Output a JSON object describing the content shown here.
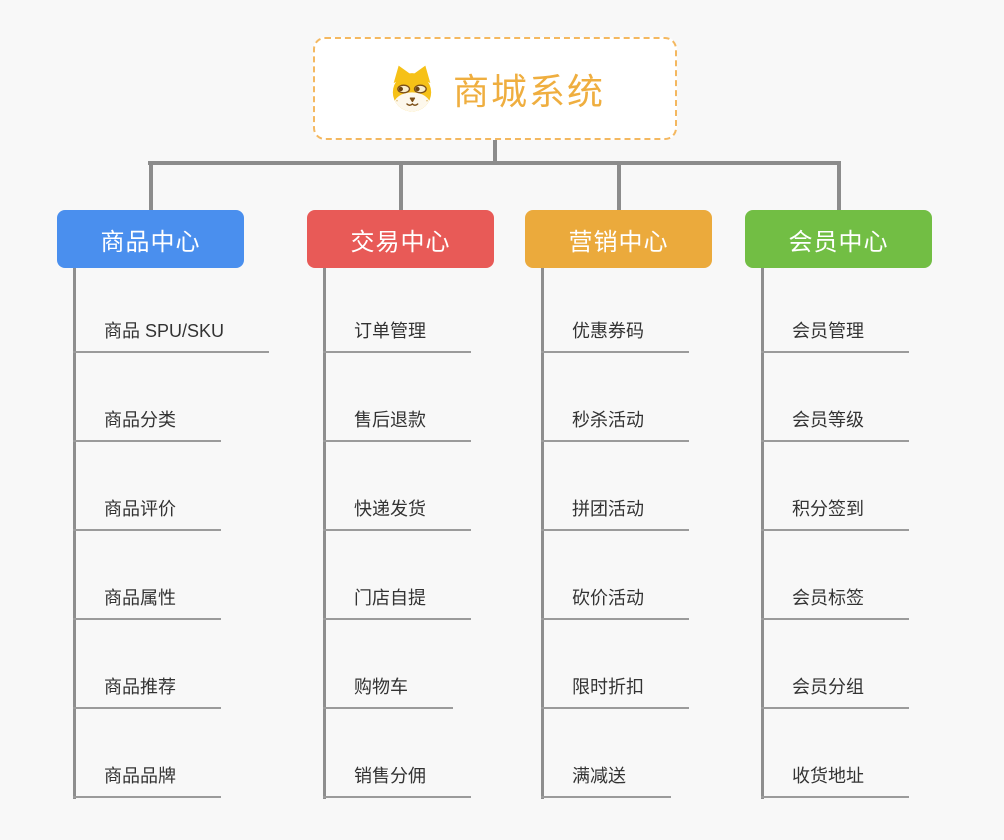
{
  "root": {
    "title": "商城系统",
    "icon": "shiba-dog-icon",
    "text_color": "#efae3f",
    "border_color": "#f4b860"
  },
  "connector_color": "#8c8c8c",
  "background_color": "#f8f8f8",
  "branches": [
    {
      "label": "商品中心",
      "color": "#4a8fee",
      "items": [
        "商品 SPU/SKU",
        "商品分类",
        "商品评价",
        "商品属性",
        "商品推荐",
        "商品品牌"
      ]
    },
    {
      "label": "交易中心",
      "color": "#e85a57",
      "items": [
        "订单管理",
        "售后退款",
        "快递发货",
        "门店自提",
        "购物车",
        "销售分佣"
      ]
    },
    {
      "label": "营销中心",
      "color": "#ebaa3c",
      "items": [
        "优惠券码",
        "秒杀活动",
        "拼团活动",
        "砍价活动",
        "限时折扣",
        "满减送"
      ]
    },
    {
      "label": "会员中心",
      "color": "#72be44",
      "items": [
        "会员管理",
        "会员等级",
        "积分签到",
        "会员标签",
        "会员分组",
        "收货地址"
      ]
    }
  ]
}
